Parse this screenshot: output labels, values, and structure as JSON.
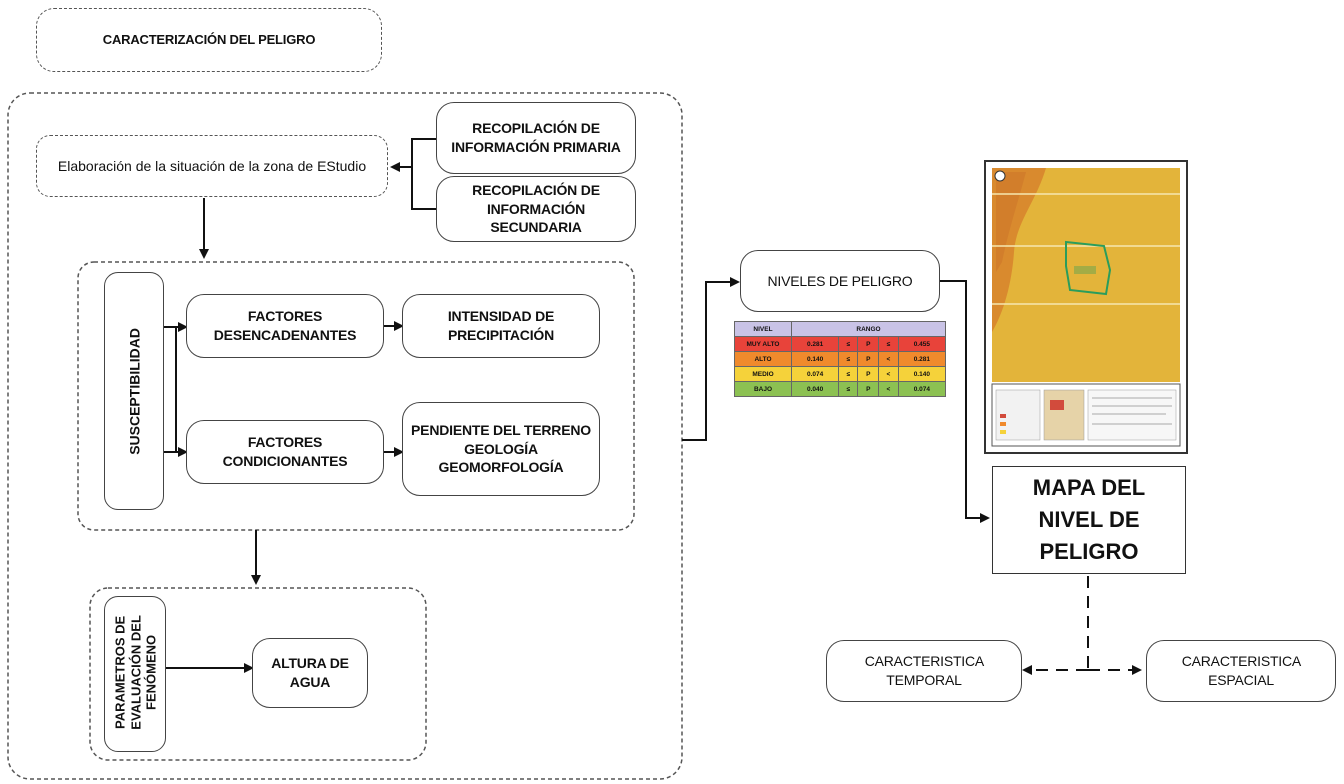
{
  "title": "CARACTERIZACIÓN DEL PELIGRO",
  "elaboracion": "Elaboración de la situación de la zona de EStudio",
  "recopilacion_primaria": "RECOPILACIÓN DE INFORMACIÓN PRIMARIA",
  "recopilacion_secundaria": "RECOPILACIÓN DE INFORMACIÓN SECUNDARIA",
  "susceptibilidad": "SUSCEPTIBILIDAD",
  "factores_desencadenantes": "FACTORES DESENCADENANTES",
  "intensidad": "INTENSIDAD DE PRECIPITACIÓN",
  "factores_condicionantes": "FACTORES CONDICIONANTES",
  "pendiente": [
    "PENDIENTE DEL TERRENO",
    "GEOLOGÍA",
    "GEOMORFOLOGÍA"
  ],
  "parametros": [
    "PARAMETROS DE",
    "EVALUACIÓN DEL",
    "FENÓMENO"
  ],
  "altura": "ALTURA DE AGUA",
  "niveles": "NIVELES DE PELIGRO",
  "table": {
    "header": [
      "NIVEL",
      "RANGO"
    ],
    "rows": [
      {
        "nivel": "MUY ALTO",
        "min": "0.281",
        "op1": "≤",
        "p": "P",
        "op2": "≤",
        "max": "0.455",
        "color": "#e8433a"
      },
      {
        "nivel": "ALTO",
        "min": "0.140",
        "op1": "≤",
        "p": "P",
        "op2": "<",
        "max": "0.281",
        "color": "#f08a2c"
      },
      {
        "nivel": "MEDIO",
        "min": "0.074",
        "op1": "≤",
        "p": "P",
        "op2": "<",
        "max": "0.140",
        "color": "#f5d23a"
      },
      {
        "nivel": "BAJO",
        "min": "0.040",
        "op1": "≤",
        "p": "P",
        "op2": "<",
        "max": "0.074",
        "color": "#8cc152"
      }
    ],
    "header_color": "#c9c3e6"
  },
  "mapa": "MAPA DEL NIVEL DE PELIGRO",
  "temporal": "CARACTERISTICA TEMPORAL",
  "espacial": "CARACTERISTICA ESPACIAL"
}
